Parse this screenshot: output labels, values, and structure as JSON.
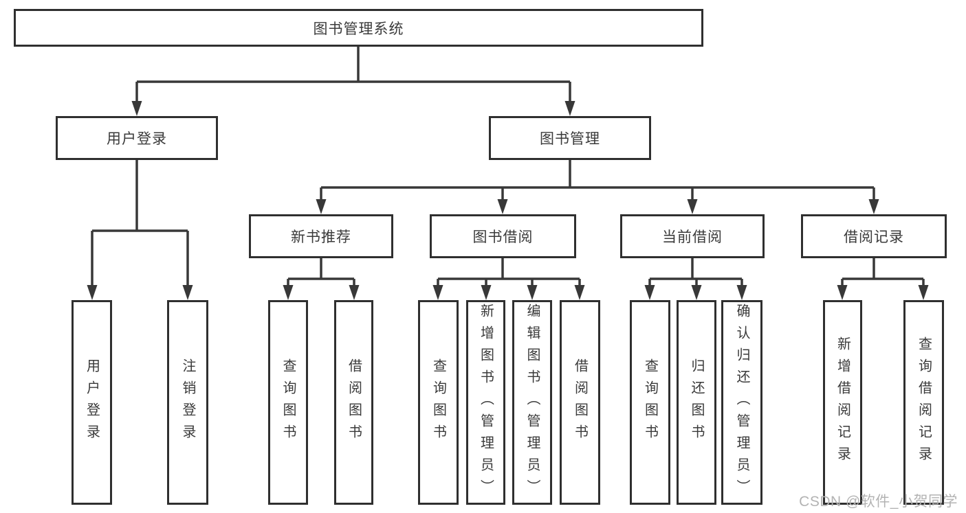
{
  "diagram": {
    "tree": {
      "root": {
        "label": "图书管理系统"
      },
      "children": [
        {
          "label": "用户登录",
          "children": [
            {
              "label": "用户登录"
            },
            {
              "label": "注销登录"
            }
          ]
        },
        {
          "label": "图书管理",
          "children": [
            {
              "label": "新书推荐",
              "children": [
                {
                  "label": "查询图书"
                },
                {
                  "label": "借阅图书"
                }
              ]
            },
            {
              "label": "图书借阅",
              "children": [
                {
                  "label": "查询图书"
                },
                {
                  "label": "新增图书（管理员）"
                },
                {
                  "label": "编辑图书（管理员）"
                },
                {
                  "label": "借阅图书"
                }
              ]
            },
            {
              "label": "当前借阅",
              "children": [
                {
                  "label": "查询图书"
                },
                {
                  "label": "归还图书"
                },
                {
                  "label": "确认归还（管理员）"
                }
              ]
            },
            {
              "label": "借阅记录",
              "children": [
                {
                  "label": "新增借阅记录"
                },
                {
                  "label": "查询借阅记录"
                }
              ]
            }
          ]
        }
      ]
    },
    "colors": {
      "line": "#383838",
      "box_border": "#2f2f2f",
      "text": "#3a3a3a",
      "background": "#ffffff",
      "watermark": "#b3b3b3"
    }
  },
  "watermark": {
    "text": "CSDN @软件_小贺同学"
  }
}
